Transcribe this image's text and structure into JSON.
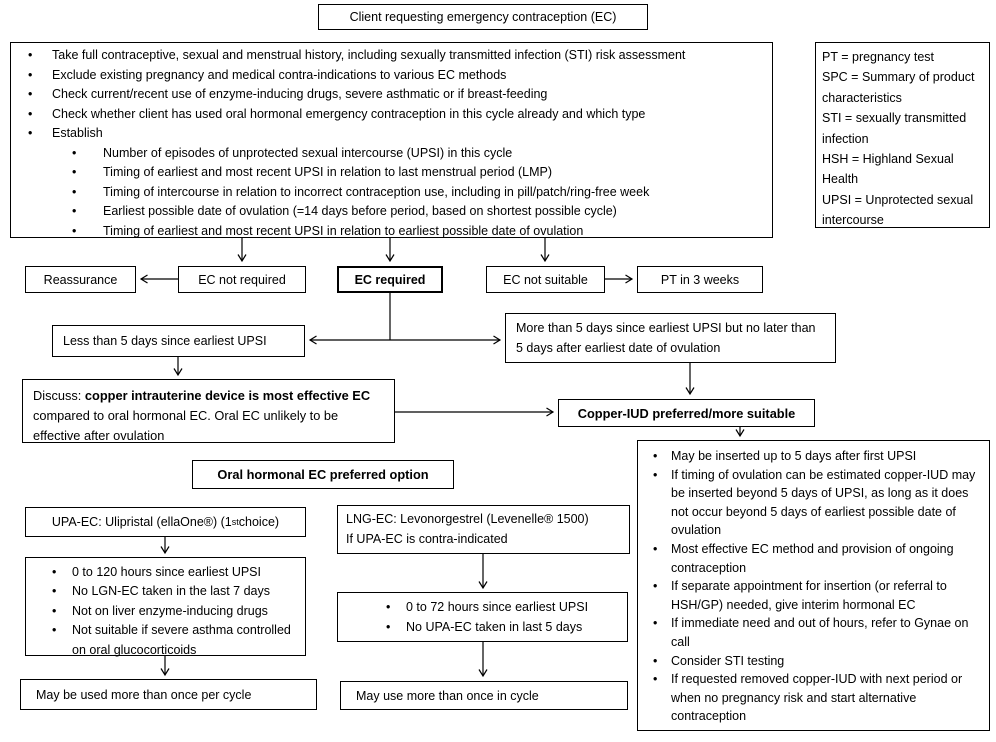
{
  "title": "Client requesting emergency contraception (EC)",
  "assessment": {
    "bullets": [
      "Take full contraceptive, sexual and menstrual history, including sexually transmitted infection (STI) risk assessment",
      "Exclude existing pregnancy and medical contra-indications to various EC methods",
      "Check current/recent use of enzyme-inducing drugs, severe asthmatic or if breast-feeding",
      "Check whether client has used oral hormonal emergency contraception in this cycle already and which type",
      "Establish"
    ],
    "sub_bullets": [
      "Number of episodes of unprotected sexual intercourse (UPSI) in this cycle",
      "Timing of earliest and most recent UPSI in relation to last menstrual period (LMP)",
      "Timing of intercourse in relation to incorrect contraception use, including in pill/patch/ring-free week",
      "Earliest possible date of ovulation (=14 days before period, based on shortest possible cycle)",
      "Timing of earliest and most recent UPSI in relation to earliest possible date of ovulation"
    ]
  },
  "legend": {
    "entries": [
      "PT = pregnancy test",
      "SPC = Summary of product characteristics",
      "STI = sexually transmitted infection",
      "HSH = Highland Sexual Health",
      "UPSI = Unprotected sexual intercourse"
    ]
  },
  "decisions": {
    "reassurance": "Reassurance",
    "ec_not_required": "EC not required",
    "ec_required": "EC required",
    "ec_not_suitable": "EC not suitable",
    "pt_in_3_weeks": "PT in 3 weeks"
  },
  "timing": {
    "less_than_5": "Less than 5 days since earliest UPSI",
    "more_than_5": "More than 5 days since earliest UPSI but no later than 5 days after earliest date of ovulation"
  },
  "discuss": {
    "prefix": "Discuss: ",
    "bold": "copper intrauterine device is most effective EC",
    "suffix": " compared to oral hormonal EC. Oral EC unlikely to be effective after ovulation"
  },
  "copper_iud": {
    "header": "Copper-IUD preferred/more suitable",
    "bullets": [
      "May be inserted up to 5 days after first UPSI",
      "If timing of ovulation can be estimated copper-IUD may be inserted beyond 5 days of UPSI, as long as it does not occur beyond 5 days of earliest possible date of ovulation",
      "Most effective EC method and provision of ongoing contraception",
      "If separate appointment for insertion (or referral to HSH/GP) needed, give interim hormonal EC",
      "If immediate need and out of hours, refer to Gynae on call",
      "Consider STI testing",
      "If requested removed copper-IUD with next period or when no pregnancy risk and start alternative contraception"
    ]
  },
  "oral": {
    "header": "Oral hormonal EC preferred option",
    "upa": {
      "title_pre": "UPA-EC: Ulipristal (ellaOne®) (1",
      "title_sup": "st",
      "title_post": " choice)",
      "bullets": [
        "0 to 120 hours since earliest UPSI",
        "No LGN-EC taken in the last 7 days",
        "Not on liver enzyme-inducing drugs",
        "Not suitable if severe asthma controlled on oral glucocorticoids"
      ],
      "footer": "May be used more than once per cycle"
    },
    "lng": {
      "title_line1": "LNG-EC: Levonorgestrel (Levenelle® 1500)",
      "title_line2": "If UPA-EC is contra-indicated",
      "bullets": [
        "0 to 72 hours since earliest UPSI",
        "No UPA-EC taken in last 5 days"
      ],
      "footer": "May use more than once in cycle"
    }
  }
}
